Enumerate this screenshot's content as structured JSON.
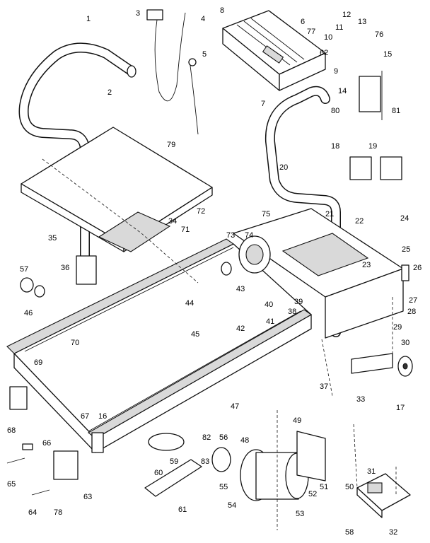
{
  "diagram": {
    "callouts": [
      "1",
      "2",
      "3",
      "4",
      "5",
      "6",
      "7",
      "8",
      "9",
      "10",
      "11",
      "12",
      "13",
      "14",
      "15",
      "16",
      "17",
      "18",
      "19",
      "20",
      "21",
      "22",
      "23",
      "24",
      "25",
      "26",
      "27",
      "28",
      "29",
      "30",
      "31",
      "32",
      "33",
      "34",
      "35",
      "36",
      "37",
      "38",
      "39",
      "40",
      "41",
      "42",
      "43",
      "44",
      "45",
      "46",
      "47",
      "48",
      "49",
      "50",
      "51",
      "52",
      "53",
      "54",
      "55",
      "56",
      "57",
      "58",
      "59",
      "60",
      "61",
      "62",
      "63",
      "64",
      "65",
      "66",
      "67",
      "68",
      "69",
      "70",
      "71",
      "72",
      "73",
      "74",
      "75",
      "76",
      "77",
      "78",
      "79",
      "80",
      "81",
      "82",
      "83"
    ]
  }
}
